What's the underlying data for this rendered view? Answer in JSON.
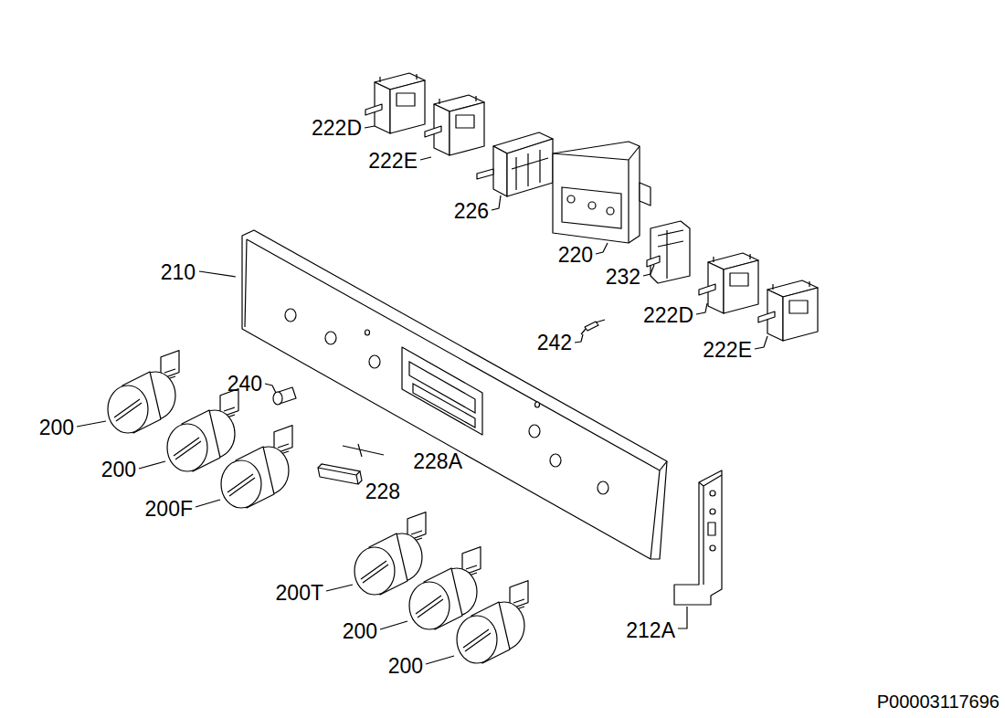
{
  "diagram": {
    "labels": [
      "222D",
      "222E",
      "226",
      "220",
      "232",
      "210",
      "222D",
      "222E",
      "242",
      "240",
      "200",
      "200",
      "228A",
      "228",
      "200F",
      "200T",
      "200",
      "200",
      "212A",
      "P00003117696"
    ]
  }
}
